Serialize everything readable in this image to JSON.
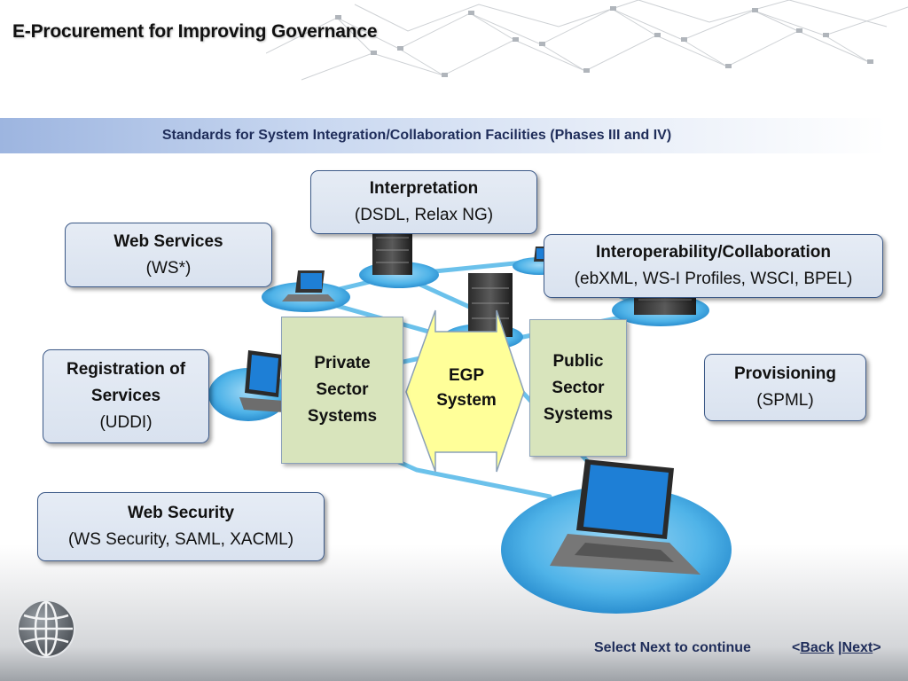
{
  "header": {
    "title": "E-Procurement for Improving Governance"
  },
  "subtitle": "Standards for System Integration/Collaboration Facilities (Phases III and IV)",
  "standards": {
    "interpretation": {
      "name": "Interpretation",
      "detail": "(DSDL, Relax NG)"
    },
    "web_services": {
      "name": "Web Services",
      "detail": "(WS*)"
    },
    "interoperability": {
      "name": "Interoperability/Collaboration",
      "detail": "(ebXML, WS-I Profiles, WSCI, BPEL)"
    },
    "registration": {
      "name_line1": "Registration of",
      "name_line2": "Services",
      "detail": "(UDDI)"
    },
    "provisioning": {
      "name": "Provisioning",
      "detail": "(SPML)"
    },
    "web_security": {
      "name": "Web Security",
      "detail": "(WS Security, SAML, XACML)"
    }
  },
  "diagram": {
    "private_sector": {
      "line1": "Private",
      "line2": "Sector",
      "line3": "Systems"
    },
    "public_sector": {
      "line1": "Public",
      "line2": "Sector",
      "line3": "Systems"
    },
    "egp": {
      "line1": "EGP",
      "line2": "System"
    }
  },
  "footer": {
    "instruction": "Select Next to continue",
    "nav_open": "<",
    "back_label": "Back",
    "separator": " |",
    "next_label": "Next",
    "nav_close": ">"
  },
  "colors": {
    "title": "#111111",
    "subtitle_text": "#1f2d5a",
    "box_fill": "#dde5f1",
    "box_border": "#3d5a88",
    "sector_fill": "#d8e4bc",
    "egp_fill": "#ffff99",
    "network_cyan": "#3aa9e3"
  },
  "icons": {
    "header": "network-mesh-icon",
    "logo": "globe-icon",
    "server": "server-rack-icon",
    "laptop": "laptop-icon"
  }
}
